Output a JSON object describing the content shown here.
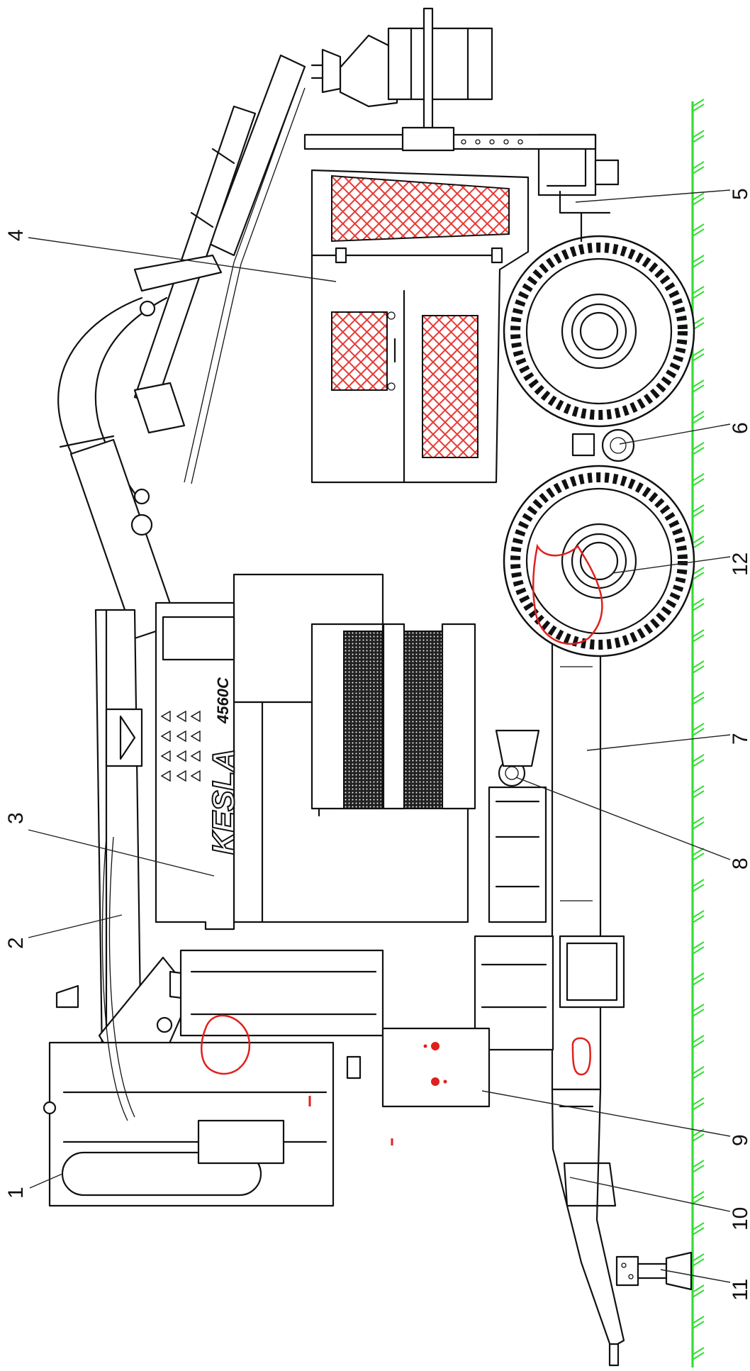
{
  "colors": {
    "ground": "#33dd33",
    "highlight": "#e0201c",
    "line": "#111111",
    "mesh_red": "#e63a35",
    "background": "#ffffff"
  },
  "brand": {
    "name": "KESLA",
    "model": "4560C"
  },
  "callouts": [
    {
      "id": "1",
      "label": "1"
    },
    {
      "id": "2",
      "label": "2"
    },
    {
      "id": "3",
      "label": "3"
    },
    {
      "id": "4",
      "label": "4"
    },
    {
      "id": "5",
      "label": "5"
    },
    {
      "id": "6",
      "label": "6"
    },
    {
      "id": "7",
      "label": "7"
    },
    {
      "id": "8",
      "label": "8"
    },
    {
      "id": "9",
      "label": "9"
    },
    {
      "id": "10",
      "label": "10"
    },
    {
      "id": "11",
      "label": "11"
    },
    {
      "id": "12",
      "label": "12"
    }
  ]
}
